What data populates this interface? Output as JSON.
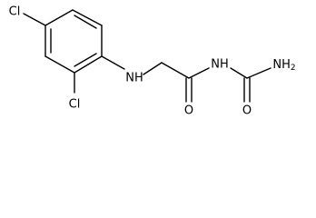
{
  "molecule": {
    "atoms": {
      "cl_top": "Cl",
      "cl_bottom": "Cl",
      "amine": "NH",
      "carbonyl_o": "O",
      "imide": "NH",
      "urea_o": "O",
      "amide_nh2": "NH2"
    },
    "colors": {
      "bond": "#000000",
      "label": "#000000",
      "background": "#ffffff"
    }
  }
}
